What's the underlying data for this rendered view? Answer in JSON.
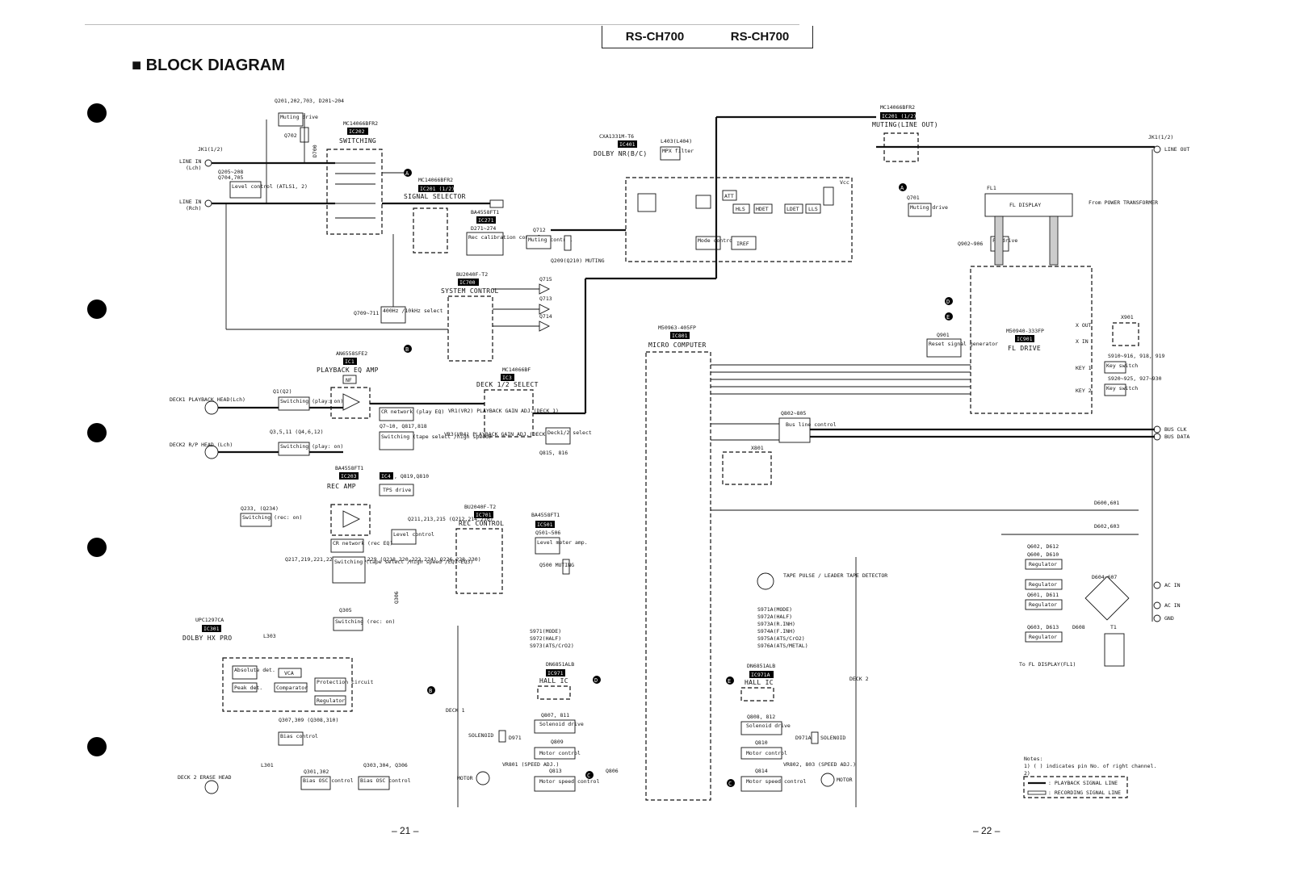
{
  "header": {
    "model_left": "RS-CH700",
    "model_right": "RS-CH700",
    "title": "BLOCK DIAGRAM",
    "page_left": "– 21 –",
    "page_right": "– 22 –"
  },
  "inputs": {
    "jack": "JK1(1/2)",
    "line_in_l": "LINE IN",
    "line_in_l_ch": "(Lch)",
    "line_in_r": "LINE IN",
    "line_in_r_ch": "(Rch)",
    "deck1_head": "DECK1 PLAYBACK HEAD(Lch)",
    "deck2_head": "DECK2 R/P HEAD (Lch)",
    "deck2_erase": "DECK 2 ERASE HEAD"
  },
  "blocks": {
    "muting_drive_tr": "Q201,202,703, D201~204",
    "muting_drive": "Muting drive",
    "q702": "Q702",
    "d700": "D700",
    "q205": "Q205~208",
    "q704": "Q704,705",
    "level_control": "Level control (ATLS1, 2)",
    "ic202_part": "MC14066BFR2",
    "ic202": "IC202",
    "switching": "SWITCHING",
    "ic201_part": "MC14066BFR2",
    "ic201": "IC201 (1/2)",
    "signal_selector": "SIGNAL SELECTOR",
    "ic271_part": "BA4558FT1",
    "ic271": "IC271",
    "d271": "D271~274",
    "rec_cal": "Rec calibration control",
    "q709": "Q709~711",
    "sel400": "400Hz /10kHz select",
    "q712": "Q712",
    "muting_control": "Muting control",
    "q209": "Q209(Q210) MUTING",
    "ic401_part": "CXA1331M-T6",
    "ic401": "IC401",
    "dolby_nr": "DOLBY NR(B/C)",
    "l403": "L403(L404)",
    "mpx": "MPX filter",
    "att": "ATT",
    "hls": "HLS",
    "hdet": "HDET",
    "ldet": "LDET",
    "lls": "LLS",
    "mode_control": "Mode control",
    "iref": "IREF",
    "vcc": "Vcc",
    "ic201b_part": "MC14066BFR2",
    "ic201b": "IC201 (1/2)",
    "muting_line_out": "MUTING(LINE OUT)",
    "q701": "Q701",
    "muting_drive2": "Muting drive",
    "line_out_jack": "JK1(1/2)",
    "line_out": "LINE OUT",
    "fl1": "FL1",
    "fl_display": "FL DISPLAY",
    "from_power": "From POWER TRANSFORMER",
    "q902": "Q902~906",
    "fl_drive_box": "FL drive",
    "q901": "Q901",
    "reset_gen": "Reset signal generator",
    "ic901_part": "M50940-333FP",
    "ic901": "IC901",
    "fl_drive": "FL DRIVE",
    "x901": "X901",
    "s910": "S910~916, 918, 919",
    "key_switch1": "Key switch",
    "s920": "S920~925, 927~930",
    "key_switch2": "Key switch",
    "key1": "KEY 1",
    "key2": "KEY 2",
    "xout": "X OUT",
    "xin": "X IN",
    "ic700_part": "BU2040F-T2",
    "ic700": "IC700",
    "system_control": "SYSTEM CONTROL",
    "q715": "Q715",
    "q713": "Q713",
    "q714": "Q714",
    "ic801_part": "M50963-405FP",
    "ic801": "IC801",
    "micro_computer": "MICRO COMPUTER",
    "q802": "Q802~805",
    "bus_line": "Bus line control",
    "bus_clk": "BUS CLK",
    "bus_data": "BUS DATA",
    "x801": "X801",
    "ic1_part": "AN6558SFE2",
    "ic1": "IC1",
    "playback_eq": "PLAYBACK EQ AMP",
    "nf": "NF",
    "q1": "Q1(Q2)",
    "switching_play": "Switching (play: on)",
    "q3": "Q3,5,11 (Q4,6,12)",
    "switching_play2": "Switching (play: on)",
    "cr_network": "CR network (play EQ)",
    "q7": "Q7~10, Q817,818",
    "switching_tape": "Switching (tape select /high speed)",
    "ic3_part": "MC14066BF",
    "ic3": "IC3",
    "deck_select": "DECK 1/2 SELECT",
    "vr1": "VR1(VR2) PLAYBACK GAIN ADJ.(DECK 1)",
    "vr3": "VR3(VR4) PLAYBACK GAIN ADJ.(DECK 2)",
    "deck12_select": "Deck1/2 select",
    "q815": "Q815, 816",
    "ic203_part": "BA4558FT1",
    "ic203": "IC203",
    "rec_amp": "REC AMP",
    "ic4": "IC4",
    "q819": ", Q819,Q810",
    "tps_drive": "TPS drive",
    "q233": "Q233, (Q234)",
    "switching_rec": "Switching (rec: on)",
    "cr_network_rec": "CR network (rec EQ)",
    "ic701_part": "BU2040F-T2",
    "ic701": "IC701",
    "rec_control": "REC CONTROL",
    "q211": "Q211,213,215 (Q212,214,216)",
    "level_control2": "Level control",
    "q217": "Q217,219,221,223 Q225,227,229 (Q218,220,222,224) Q226,228,230)",
    "switching_tape2": "Switching (tape select /high speed /EQ1~EQ3)",
    "ic501_part": "BA4558FT1",
    "ic501": "IC501",
    "q501": "Q501~506",
    "level_meter": "Level meter amp.",
    "q500": "Q500 MUTING",
    "q306": "Q306",
    "q305": "Q305",
    "switching_rec2": "Switching (rec: on)",
    "ic301_part": "UPC1297CA",
    "ic301": "IC301",
    "dolby_hx": "DOLBY HX PRO",
    "l303": "L303",
    "absolute_det": "Absolute det.",
    "vca": "VCA",
    "peak_det": "Peak det.",
    "comparator": "Comparator",
    "protection": "Protection circuit",
    "regulator_hx": "Regulator",
    "q307": "Q307,309 (Q308,310)",
    "bias_control": "Bias control",
    "l301": "L301",
    "q301": "Q301,302",
    "bias_osc1": "Bias OSC control",
    "q303": "Q303,304, Q306",
    "bias_osc2": "Bias OSC control",
    "tape_pulse": "TAPE PULSE / LEADER TAPE DETECTOR",
    "deck1": "DECK 1",
    "deck2": "DECK 2",
    "s971": "S971(MODE)",
    "s972": "S972(HALF)",
    "s973": "S973(ATS/CrO2)",
    "s971a": "S971A(MODE)",
    "s972a": "S972A(HALF)",
    "s973a": "S973A(R.INH)",
    "s974a": "S974A(F.INH)",
    "s975a": "S975A(ATS/CrO2)",
    "s976a": "S976A(ATS/METAL)",
    "ic971_part": "DN6851ALB",
    "ic971": "IC971",
    "hall_ic": "HALL IC",
    "ic971a_part": "DN6851ALB",
    "ic971a": "IC971A",
    "hall_ic2": "HALL IC",
    "q807": "Q807, 811",
    "sol_drive1": "Solenoid drive",
    "q808": "Q808, 812",
    "sol_drive2": "Solenoid drive",
    "solenoid1": "SOLENOID",
    "d971": "D971",
    "solenoid2": "SOLENOID",
    "d971a": "D971A",
    "q809": "Q809",
    "motor_ctrl1": "Motor control",
    "q810": "Q810",
    "motor_ctrl2": "Motor control",
    "vr801": "VR801 (SPEED ADJ.)",
    "vr802": "VR802, 803 (SPEED ADJ.)",
    "q813": "Q813",
    "motor_speed1": "Motor speed control",
    "q814": "Q814",
    "motor_speed2": "Motor speed control",
    "q806": "Q806",
    "motor": "MOTOR",
    "motor2": "MOTOR",
    "d600": "D600,601",
    "d602": "D602,603",
    "q602": "Q602, D612",
    "q600": "Q600, D610",
    "q601": "Q601, D611",
    "q603": "Q603, D613",
    "d608": "D608",
    "d604": "D604~607",
    "t1": "T1",
    "regulator": "Regulator",
    "ac_in": "AC IN",
    "gnd": "GND",
    "to_fl": "To FL DISPLAY(FL1)"
  },
  "notes": {
    "title": "Notes:",
    "note1": "1) (  ) indicates pin No. of right channel.",
    "note2": "2)",
    "playback": ": PLAYBACK SIGNAL LINE",
    "recording": ": RECORDING SIGNAL LINE"
  },
  "markers": [
    "A",
    "B",
    "C",
    "D",
    "E"
  ]
}
